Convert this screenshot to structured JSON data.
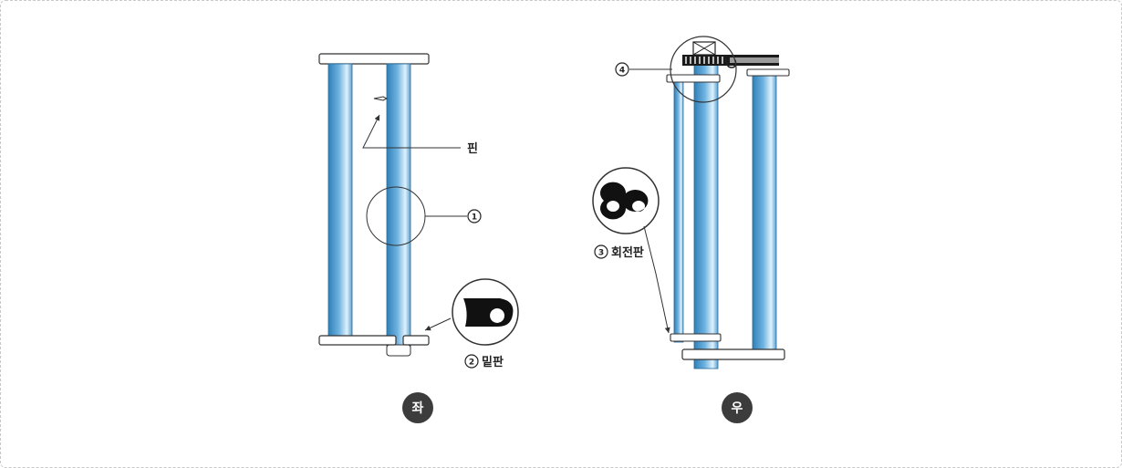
{
  "labels": {
    "pin": "핀",
    "marker_1": "1",
    "marker_2": "2",
    "bottom_plate": "밑판",
    "marker_3": "3",
    "rotating_plate": "회전판",
    "marker_4": "4"
  },
  "badges": {
    "left": "좌",
    "right": "우"
  },
  "colors": {
    "rod_edge": "#2f7fb7",
    "rod_mid": "#6fb3e1",
    "rod_highlight": "#dff1fc",
    "plate_fill": "#ffffff",
    "outline": "#333333",
    "badge_bg": "#3c3c3c"
  }
}
